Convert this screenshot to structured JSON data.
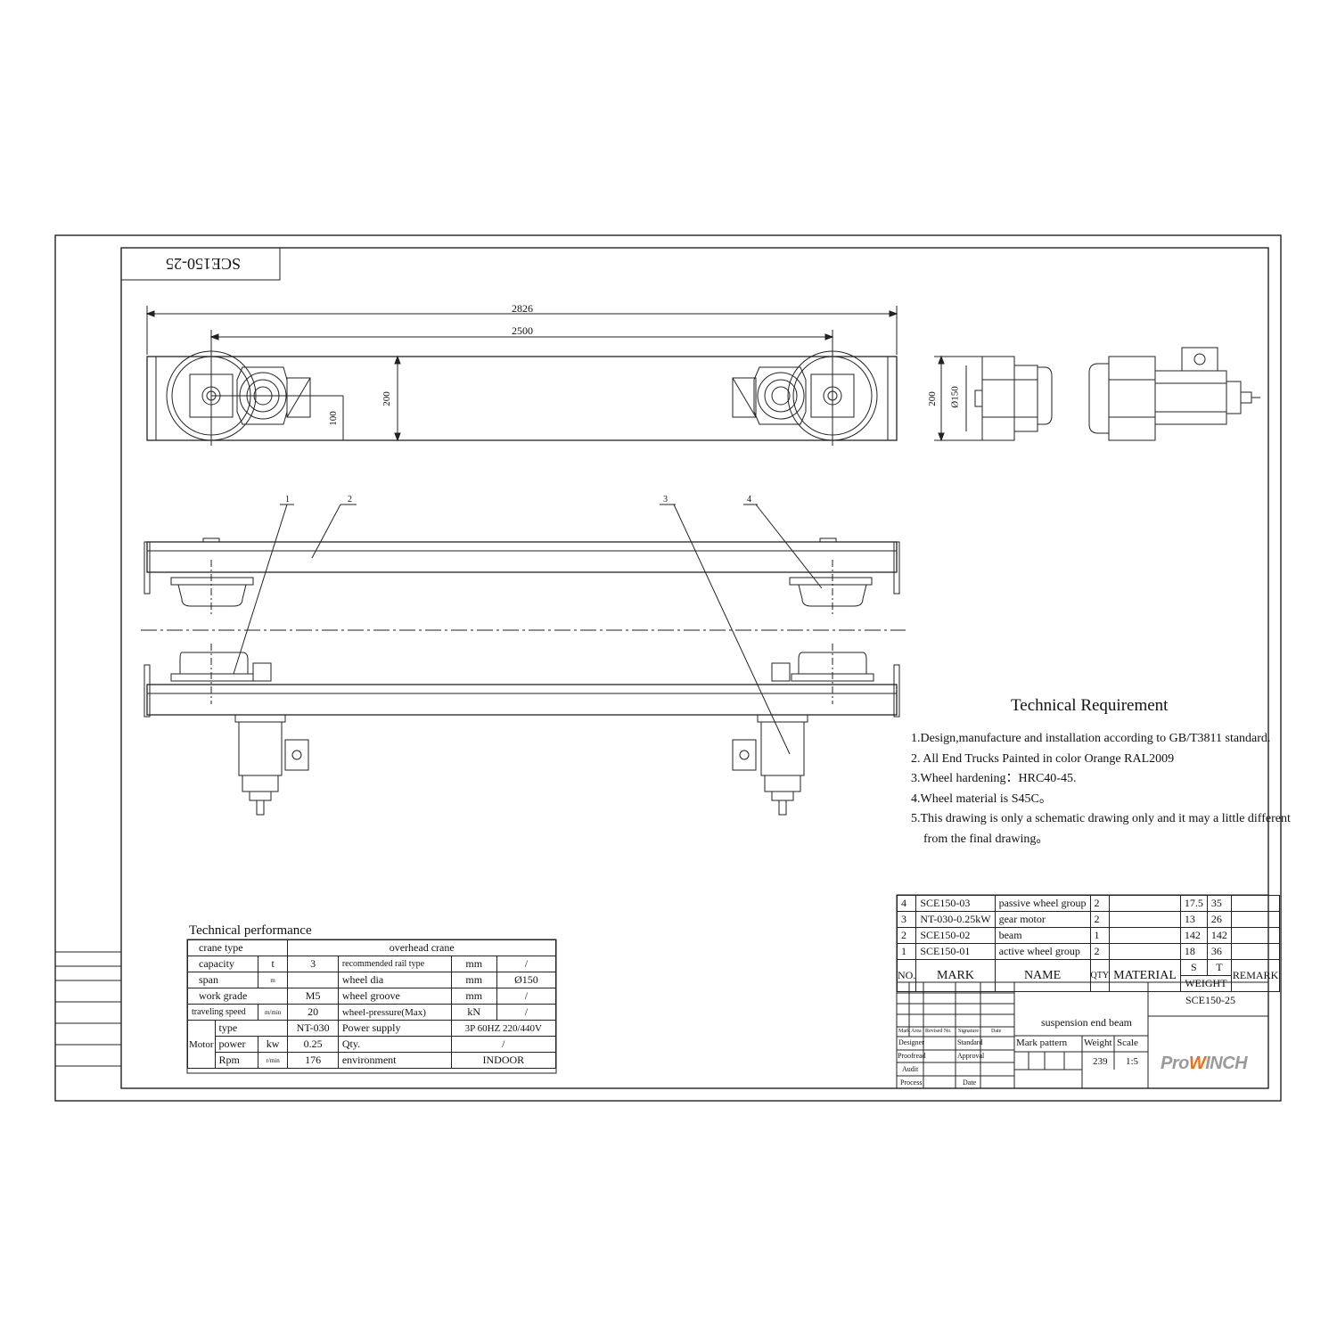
{
  "drawing_code_flipped": "SCE150-25",
  "dimensions": {
    "overall_length": "2826",
    "wheel_span": "2500",
    "height": "200",
    "offset": "100",
    "side_height": "200",
    "wheel_diameter": "Ø150"
  },
  "callouts": [
    "1",
    "2",
    "3",
    "4"
  ],
  "technical_requirement": {
    "title": "Technical Requirement",
    "items": [
      "1.Design,manufacture and installation according to GB/T3811 standard.",
      "2. All End Trucks Painted in color Orange RAL2009",
      "3.Wheel hardening：HRC40-45.",
      "4.Wheel material is S45C。",
      "5.This drawing is only a schematic drawing only and it may a little different",
      "from the final drawing。"
    ]
  },
  "technical_performance": {
    "title": "Technical performance",
    "crane_type_label": "crane type",
    "crane_type_value": "overhead crane",
    "capacity_label": "capacity",
    "capacity_unit": "t",
    "capacity_value": "3",
    "rail_label": "recommended rail type",
    "rail_unit": "mm",
    "rail_value": "/",
    "span_label": "span",
    "span_unit": "m",
    "span_value": "",
    "wheel_dia_label": "wheel dia",
    "wheel_dia_unit": "mm",
    "wheel_dia_value": "Ø150",
    "work_grade_label": "work grade",
    "work_grade_value": "M5",
    "wheel_groove_label": "wheel groove",
    "wheel_groove_unit": "mm",
    "wheel_groove_value": "/",
    "speed_label": "traveling speed",
    "speed_unit": "m/min",
    "speed_value": "20",
    "pressure_label": "wheel-pressure(Max)",
    "pressure_unit": "kN",
    "pressure_value": "/",
    "motor_label": "Motor",
    "type_label": "type",
    "type_value": "NT-030",
    "power_supply_label": "Power supply",
    "power_supply_value": "3P  60HZ  220/440V",
    "power_label": "power",
    "power_unit": "kw",
    "power_value": "0.25",
    "qty_label": "Qty.",
    "qty_value": "/",
    "rpm_label": "Rpm",
    "rpm_unit": "r/min",
    "rpm_value": "176",
    "env_label": "environment",
    "env_value": "INDOOR"
  },
  "bom": {
    "rows": [
      {
        "no": "4",
        "mark": "SCE150-03",
        "name": "passive wheel group",
        "qty": "2",
        "s": "17.5",
        "t": "35"
      },
      {
        "no": "3",
        "mark": "NT-030-0.25kW",
        "name": "gear motor",
        "qty": "2",
        "s": "13",
        "t": "26"
      },
      {
        "no": "2",
        "mark": "SCE150-02",
        "name": "beam",
        "qty": "1",
        "s": "142",
        "t": "142"
      },
      {
        "no": "1",
        "mark": "SCE150-01",
        "name": "active wheel group",
        "qty": "2",
        "s": "18",
        "t": "36"
      }
    ],
    "headers": {
      "no": "NO.",
      "mark": "MARK",
      "name": "NAME",
      "qty": "QTY",
      "material": "MATERIAL",
      "s": "S",
      "t": "T",
      "weight": "WEIGHT",
      "remark": "REMARK"
    }
  },
  "title_block": {
    "drawing_no": "SCE150-25",
    "part_name": "suspension end beam",
    "rev_mark": "Mark",
    "rev_area": "Area",
    "rev_no": "Revised No.",
    "rev_signature": "Signature",
    "rev_date": "Date",
    "designer": "Designer",
    "standard": "Standard",
    "proofread": "Proofread",
    "approval": "Approval",
    "audit": "Audit",
    "process": "Process",
    "date": "Date",
    "mark_pattern": "Mark pattern",
    "weight_label": "Weight",
    "scale_label": "Scale",
    "weight_value": "239",
    "scale_value": "1:5"
  },
  "logo": {
    "pre": "Pro",
    "mid": "W",
    "post": "INCH"
  }
}
